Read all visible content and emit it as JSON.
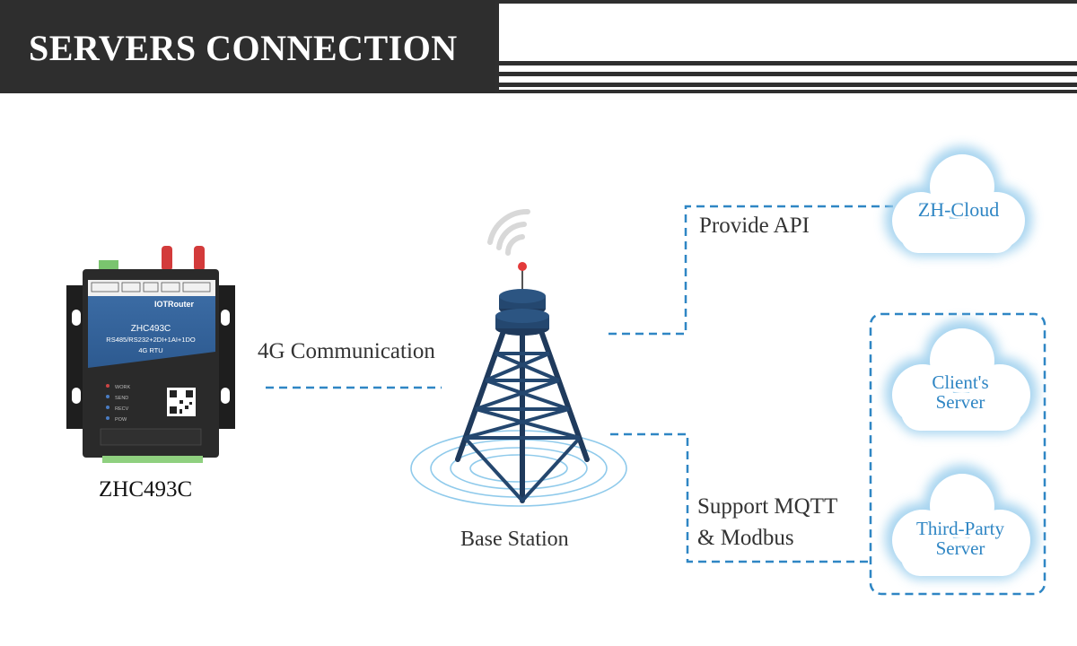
{
  "header": {
    "title": "SERVERS CONNECTION"
  },
  "device": {
    "caption": "ZHC493C",
    "brand": "IOTRouter",
    "model": "ZHC493C",
    "spec": "RS485/RS232+2DI+1AI+1DO",
    "type": "4G  RTU",
    "leds": [
      "WORK",
      "SEND",
      "RECV",
      "POW"
    ]
  },
  "links": {
    "device_to_tower": "4G Communication",
    "to_cloud": "Provide API",
    "to_servers_line1": "Support MQTT",
    "to_servers_line2": "& Modbus"
  },
  "tower": {
    "label": "Base Station"
  },
  "clouds": [
    {
      "label": "ZH-Cloud"
    },
    {
      "label": "Client's\nServer"
    },
    {
      "label": "Third-Party\nServer"
    }
  ],
  "colors": {
    "accent": "#2f86c4",
    "header_bg": "#2f2f2f",
    "tower": "#1f3a5c"
  }
}
